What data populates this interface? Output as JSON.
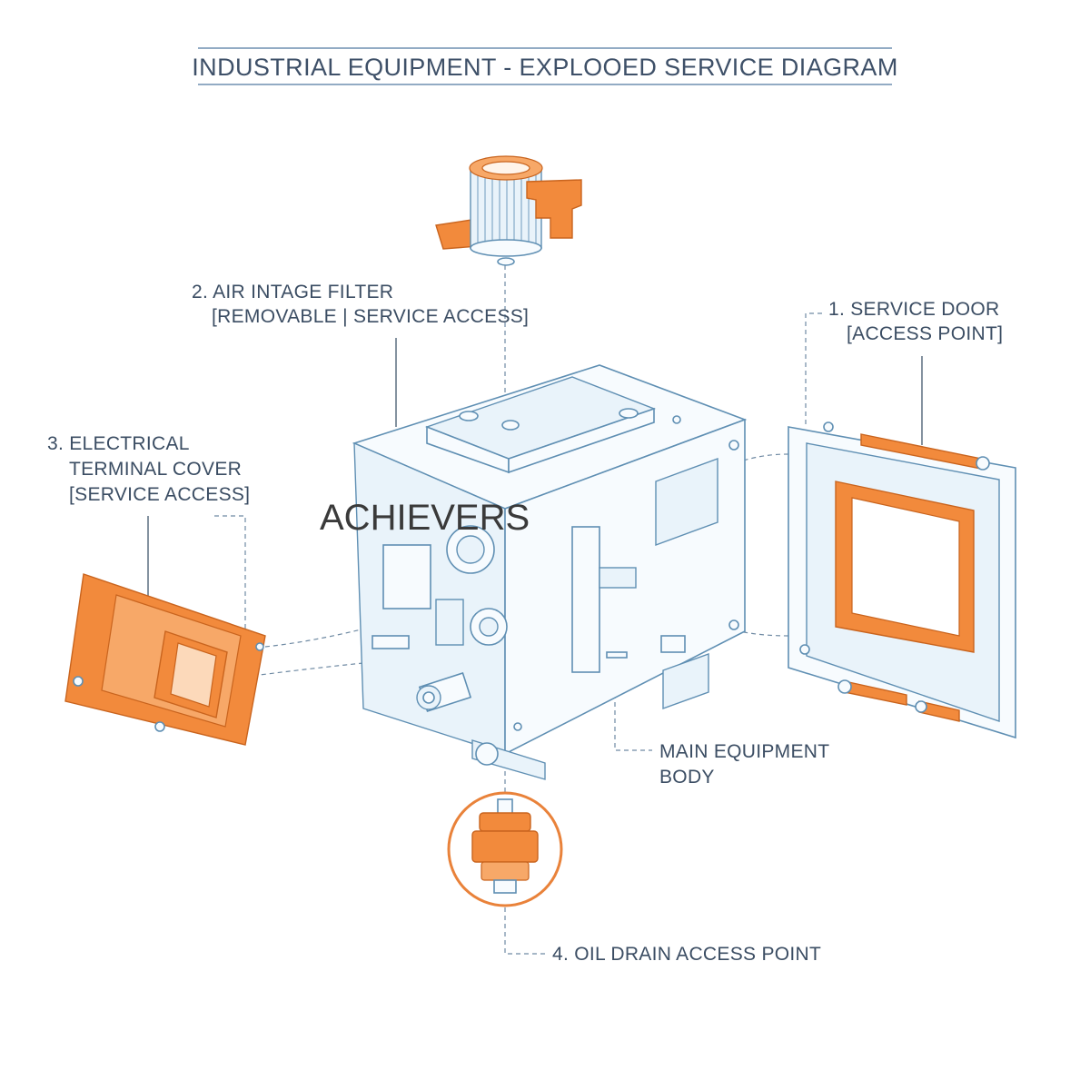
{
  "title": "INDUSTRIAL EQUIPMENT - EXPLOOED SERVICE DIAGRAM",
  "watermark": "ACHIEVERS",
  "labels": {
    "service_door": {
      "line1": "1. SERVICE  DOOR",
      "line2": "[ACCESS POINT]"
    },
    "air_filter": {
      "line1": "2. AIR INTAGE FILTER",
      "line2": "[REMOVABLE | SERVICE ACCESS]"
    },
    "electrical_cover": {
      "line1": "3. ELECTRICAL",
      "line2": "TERMINAL COVER",
      "line3": "[SERVICE ACCESS]"
    },
    "main_body": {
      "line1": "MAIN EQUIPMENT",
      "line2": "BODY"
    },
    "oil_drain": {
      "line1": "4. OIL DRAIN ACCESS POINT"
    }
  },
  "colors": {
    "accent_orange": "#f28a3c",
    "line_blue": "#5f8fb3",
    "text": "#3b4d63"
  }
}
